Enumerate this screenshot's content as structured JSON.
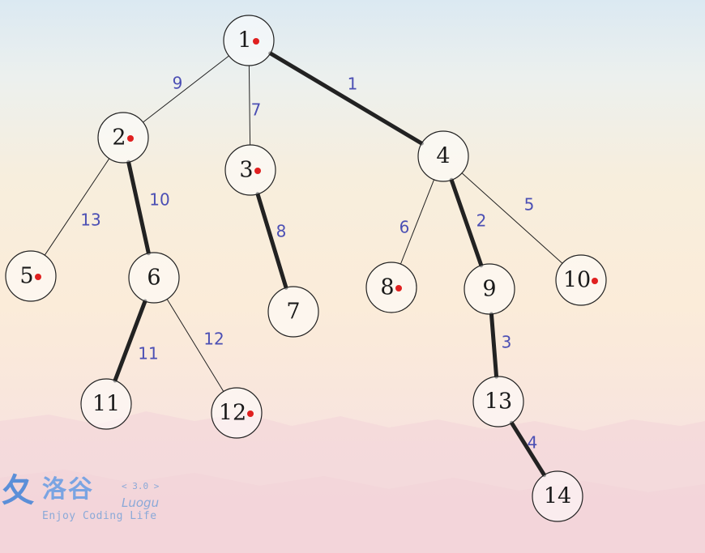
{
  "diagram": {
    "type": "weighted-tree",
    "nodes": [
      {
        "id": "1",
        "label": "1",
        "marked": true
      },
      {
        "id": "2",
        "label": "2",
        "marked": true
      },
      {
        "id": "3",
        "label": "3",
        "marked": true
      },
      {
        "id": "4",
        "label": "4",
        "marked": false
      },
      {
        "id": "5",
        "label": "5",
        "marked": true
      },
      {
        "id": "6",
        "label": "6",
        "marked": false
      },
      {
        "id": "7",
        "label": "7",
        "marked": false
      },
      {
        "id": "8",
        "label": "8",
        "marked": true
      },
      {
        "id": "9",
        "label": "9",
        "marked": false
      },
      {
        "id": "10",
        "label": "10",
        "marked": true
      },
      {
        "id": "11",
        "label": "11",
        "marked": false
      },
      {
        "id": "12",
        "label": "12",
        "marked": true
      },
      {
        "id": "13",
        "label": "13",
        "marked": false
      },
      {
        "id": "14",
        "label": "14",
        "marked": false
      }
    ],
    "edges": [
      {
        "from": "1",
        "to": "2",
        "weight": "9",
        "heavy": false
      },
      {
        "from": "1",
        "to": "3",
        "weight": "7",
        "heavy": false
      },
      {
        "from": "1",
        "to": "4",
        "weight": "1",
        "heavy": true
      },
      {
        "from": "2",
        "to": "5",
        "weight": "13",
        "heavy": false
      },
      {
        "from": "2",
        "to": "6",
        "weight": "10",
        "heavy": true
      },
      {
        "from": "3",
        "to": "7",
        "weight": "8",
        "heavy": true
      },
      {
        "from": "4",
        "to": "8",
        "weight": "6",
        "heavy": false
      },
      {
        "from": "4",
        "to": "9",
        "weight": "2",
        "heavy": true
      },
      {
        "from": "4",
        "to": "10",
        "weight": "5",
        "heavy": false
      },
      {
        "from": "6",
        "to": "11",
        "weight": "11",
        "heavy": true
      },
      {
        "from": "6",
        "to": "12",
        "weight": "12",
        "heavy": false
      },
      {
        "from": "9",
        "to": "13",
        "weight": "3",
        "heavy": true
      },
      {
        "from": "13",
        "to": "14",
        "weight": "4",
        "heavy": true
      }
    ],
    "colors": {
      "node_fill": "#ffffff",
      "node_stroke": "#222222",
      "edge": "#222222",
      "edge_label": "#4b4fb4",
      "marker_dot": "#e02020"
    }
  },
  "watermark": {
    "logo_icon": "luogu-logo-icon",
    "name_cn": "洛谷",
    "version": "< 3.0 >",
    "name_en": "Luogu",
    "tagline": "Enjoy Coding Life"
  }
}
